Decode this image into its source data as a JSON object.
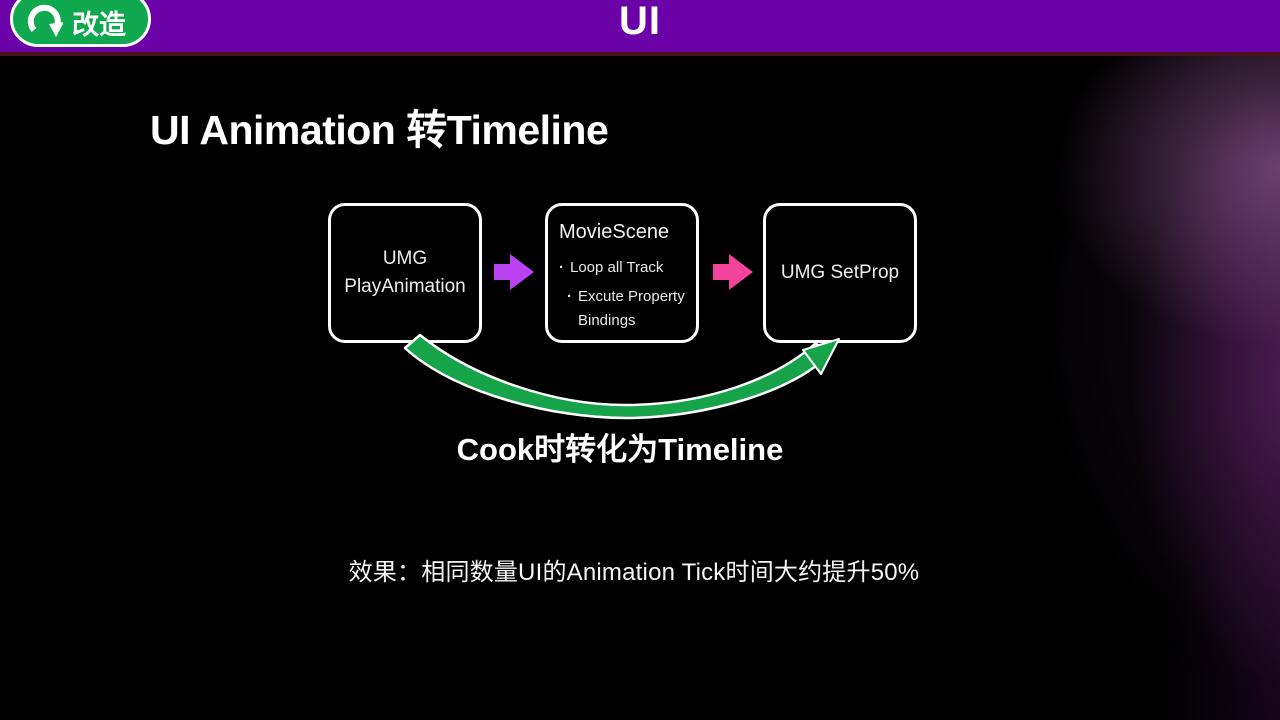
{
  "header": {
    "title": "UI",
    "badge": {
      "label": "改造",
      "icon": "redo-curve-arrow-icon"
    },
    "colors": {
      "bar": "#6a02a8",
      "underline": "#4b1220",
      "badge": "#0fa84e"
    }
  },
  "slide": {
    "title": "UI Animation 转Timeline",
    "caption": "Cook时转化为Timeline",
    "result": "效果：相同数量UI的Animation Tick时间大约提升50%"
  },
  "diagram": {
    "boxes": [
      {
        "id": "umg-playanimation",
        "lines": [
          "UMG",
          "PlayAnimation"
        ]
      },
      {
        "id": "moviescene",
        "title": "MovieScene",
        "bullets": [
          "Loop all Track",
          "Excute Property Bindings"
        ]
      },
      {
        "id": "umg-setprop",
        "lines": [
          "UMG SetProp"
        ]
      }
    ],
    "arrows": [
      {
        "name": "flow-arrow-1",
        "color": "#bb42f2"
      },
      {
        "name": "flow-arrow-2",
        "color": "#f4439c"
      }
    ],
    "swoosh": {
      "name": "cook-convert-swoosh-arrow",
      "color": "#17a34a"
    }
  }
}
